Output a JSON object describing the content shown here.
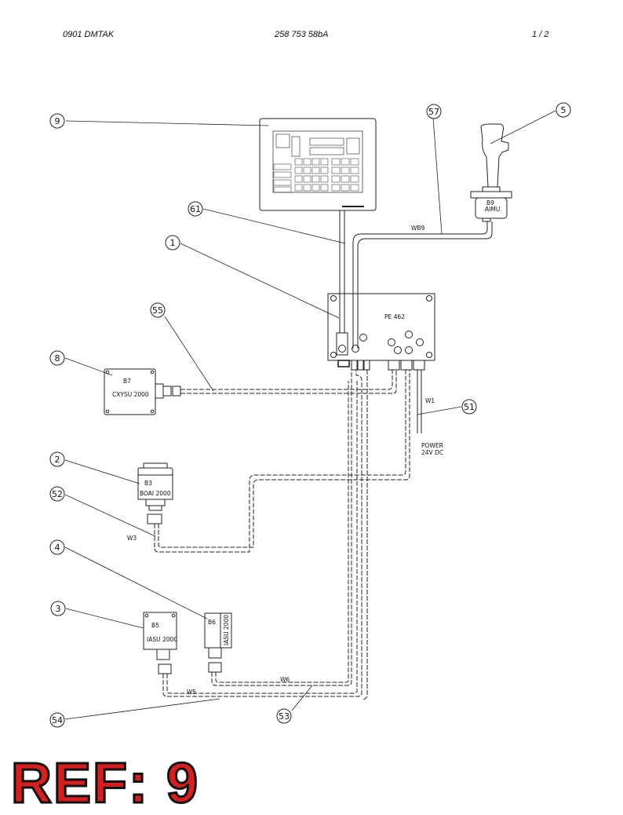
{
  "header": {
    "left": "0901   DMTAK",
    "center": "258 753 58bA",
    "right": "1 /  2"
  },
  "callouts": {
    "c9": "9",
    "c57": "57",
    "c5": "5",
    "c61": "61",
    "c1": "1",
    "c55": "55",
    "c8": "8",
    "c51": "51",
    "c2": "2",
    "c52": "52",
    "c4": "4",
    "c3": "3",
    "c54": "54",
    "c53": "53"
  },
  "components": {
    "pe": "PE 462",
    "b9a": "B9",
    "b9b": "AIMU",
    "b7a": "B7",
    "b7b": "CXYSU 2000",
    "b3a": "B3",
    "b3b": "BOAI 2000",
    "b5a": "B5",
    "b5b": "IASU 2000",
    "b6a": "B6",
    "b6b": "IASU 2000"
  },
  "wires": {
    "wb9": "WB9",
    "w1": "W1",
    "w3": "W3",
    "w5": "W5",
    "w6": "W6",
    "power1": "POWER",
    "power2": "24V DC"
  },
  "ref_label": "REF: 9"
}
